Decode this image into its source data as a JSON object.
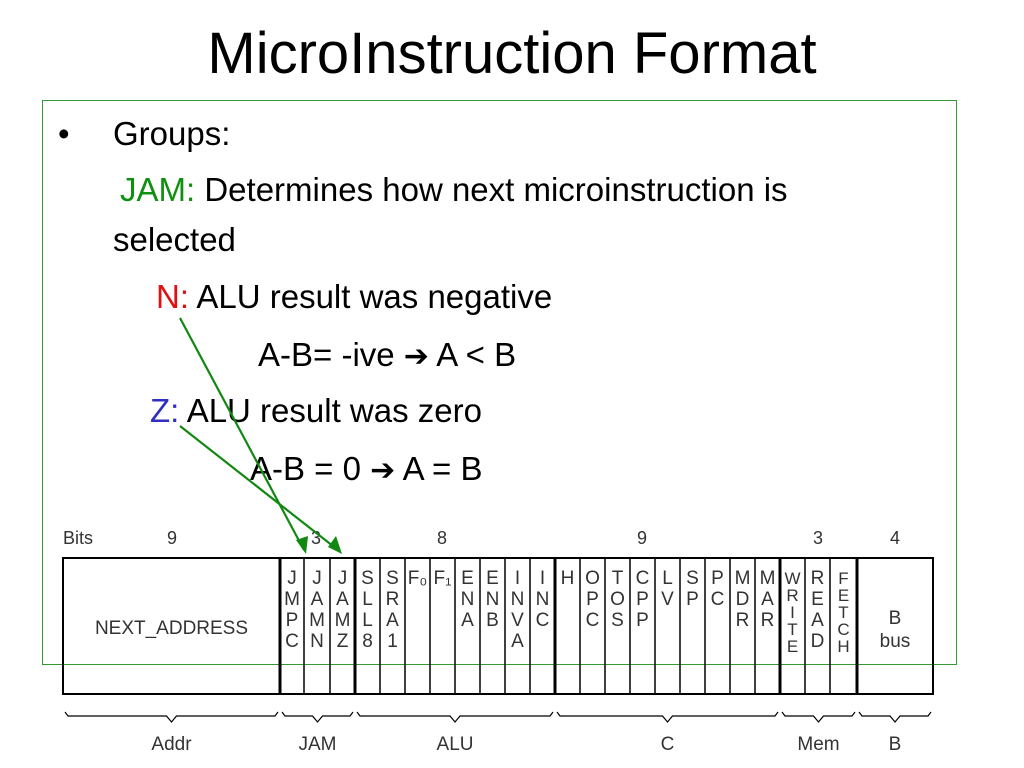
{
  "slide": {
    "title": "MicroInstruction Format",
    "bullet": "•",
    "groups_label": "Groups:",
    "jam": {
      "label": "JAM:",
      "text": "Determines how next microinstruction is",
      "text2": "selected"
    },
    "n": {
      "label": "N:",
      "text": "ALU result was negative",
      "example_lhs": "A-B= -ive",
      "example_rhs": "A < B"
    },
    "z": {
      "label": "Z:",
      "text": "ALU result was zero",
      "example_lhs": "A-B = 0",
      "example_rhs": "A = B"
    },
    "arrow": "➔"
  },
  "diagram": {
    "bits_label": "Bits",
    "groups": [
      {
        "name": "Addr",
        "bits": "9"
      },
      {
        "name": "JAM",
        "bits": "3"
      },
      {
        "name": "ALU",
        "bits": "8"
      },
      {
        "name": "C",
        "bits": "9"
      },
      {
        "name": "Mem",
        "bits": "3"
      },
      {
        "name": "B",
        "bits": "4"
      }
    ],
    "next_address": "NEXT_ADDRESS",
    "b_bus": [
      "B",
      "bus"
    ],
    "fields": [
      [
        "J",
        "M",
        "P",
        "C"
      ],
      [
        "J",
        "A",
        "M",
        "N"
      ],
      [
        "J",
        "A",
        "M",
        "Z"
      ],
      [
        "S",
        "L",
        "L",
        "8"
      ],
      [
        "S",
        "R",
        "A",
        "1"
      ],
      [
        "F₀"
      ],
      [
        "F₁"
      ],
      [
        "E",
        "N",
        "A"
      ],
      [
        "E",
        "N",
        "B"
      ],
      [
        "I",
        "N",
        "V",
        "A"
      ],
      [
        "I",
        "N",
        "C"
      ],
      [
        "H"
      ],
      [
        "O",
        "P",
        "C"
      ],
      [
        "T",
        "O",
        "S"
      ],
      [
        "C",
        "P",
        "P"
      ],
      [
        "L",
        "V"
      ],
      [
        "S",
        "P"
      ],
      [
        "P",
        "C"
      ],
      [
        "M",
        "D",
        "R"
      ],
      [
        "M",
        "A",
        "R"
      ],
      [
        "W",
        "R",
        "I",
        "T",
        "E"
      ],
      [
        "R",
        "E",
        "A",
        "D"
      ],
      [
        "F",
        "E",
        "T",
        "C",
        "H"
      ]
    ],
    "accent_color": "#118811"
  }
}
